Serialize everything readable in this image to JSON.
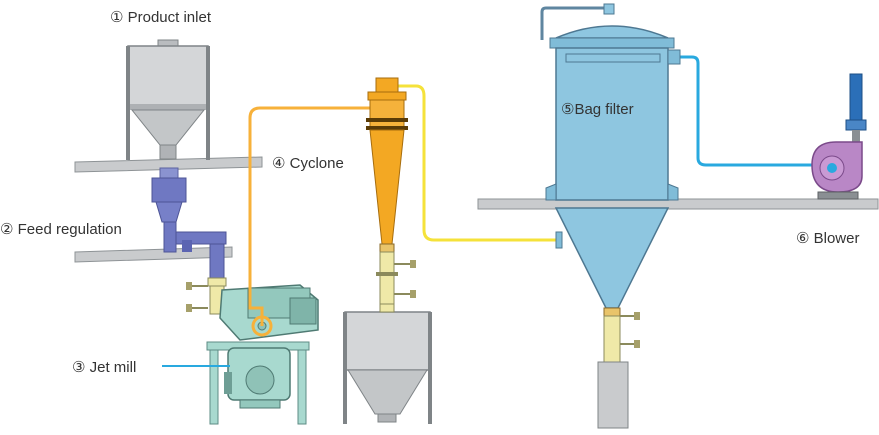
{
  "labels": {
    "product_inlet": "① Product inlet",
    "feed_regulation": "② Feed regulation",
    "jet_mill": "③ Jet mill",
    "cyclone": "④ Cyclone",
    "bag_filter": "⑤Bag filter",
    "blower": "⑥ Blower"
  },
  "colors": {
    "background": "#ffffff",
    "equipment_grey": "#c9cbcd",
    "equipment_outline": "#7f8487",
    "feeder_blue": "#6f78c2",
    "mill_teal": "#a8d9cf",
    "cyclone_orange": "#f3a823",
    "pipe_orange": "#f7b13a",
    "pipe_yellow": "#f5e23a",
    "filter_blue": "#8ec6e0",
    "pipe_cyan": "#29a9df",
    "blower_purple": "#b987c6",
    "fitting_yellow": "#efe9a8",
    "leader_line": "#29a9df"
  },
  "icons": [
    "hopper",
    "screw-feeder",
    "jet-mill",
    "cyclone-separator",
    "bag-filter-vessel",
    "centrifugal-blower",
    "storage-bin"
  ]
}
